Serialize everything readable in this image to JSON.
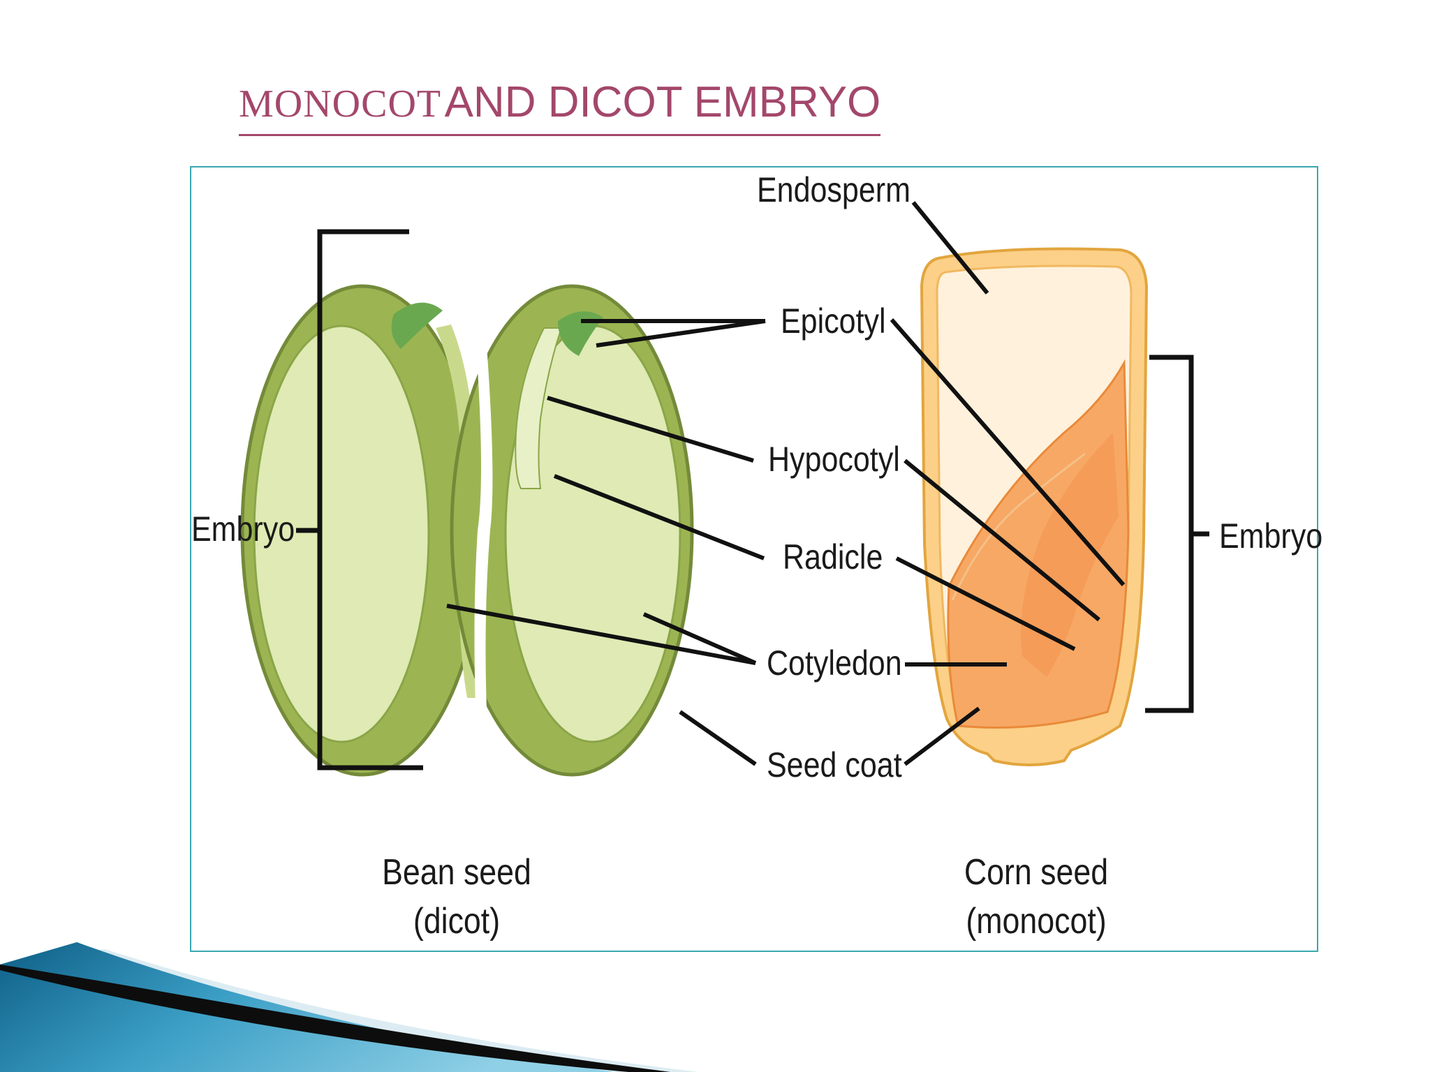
{
  "title": {
    "part1": "MONOCOT",
    "part2": "AND DICOT EMBRYO",
    "color": "#a3476b"
  },
  "diagram": {
    "labels": {
      "endosperm": "Endosperm",
      "epicotyl": "Epicotyl",
      "hypocotyl": "Hypocotyl",
      "radicle": "Radicle",
      "cotyledon": "Cotyledon",
      "seed_coat": "Seed coat",
      "embryo_left": "Embryo",
      "embryo_right": "Embryo"
    },
    "captions": {
      "bean_line1": "Bean seed",
      "bean_line2": "(dicot)",
      "corn_line1": "Corn seed",
      "corn_line2": "(monocot)"
    },
    "colors": {
      "bean_outer": "#9cb552",
      "bean_inner": "#dfeab4",
      "epicotyl": "#6aa84f",
      "corn_coat": "#fcd088",
      "endosperm": "#fff1dc",
      "corn_embryo": "#f7a864",
      "frame_border": "#3aa7b0"
    }
  }
}
